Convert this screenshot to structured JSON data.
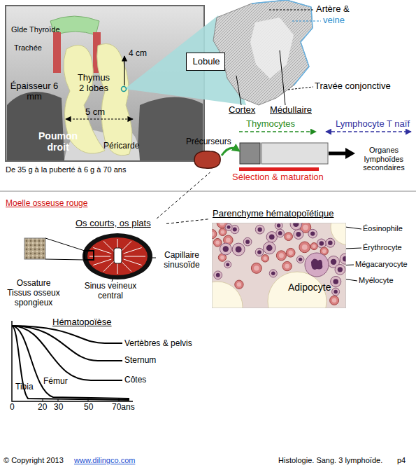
{
  "diagram": {
    "nodes": [
      {
        "text": [
          "Lobule"
        ]
      },
      {
        "text": [
          "Précurseurs"
        ]
      },
      {
        "text": [
          "Os courts, os plats"
        ]
      },
      {
        "text": [
          "Parenchyme hématopoïétique",
          "Adipocyte"
        ]
      }
    ],
    "edges": [
      {
        "from": 2,
        "to": 1,
        "arrow": "none"
      },
      {
        "from": 2,
        "to": 3,
        "arrow": "none"
      }
    ],
    "labels": [
      "Glde Thyroïde",
      "Trachée",
      "4 cm",
      "Thymus 2 lobes",
      "Épaisseur 6 mm",
      "5 cm",
      "Poumon droit",
      "Péricarde",
      "De 35 g à la puberté à 6 g à 70 ans",
      "Artère &",
      "veine",
      "Travée conjonctive",
      "Cortex",
      "Médullaire",
      "Thymocytes",
      "Lymphocyte T naïf",
      "Sélection & maturation",
      "Organes lymphoïdes secondaires",
      "Moelle osseuse rouge",
      "Éosinophile",
      "Érythrocyte",
      "Mégacaryocyte",
      "Myélocyte",
      "Ossature Tissus osseux spongieux",
      "Capillaire sinusoïde",
      "Sinus veineux central",
      "Hématopoïèse",
      "Vertèbres & pelvis",
      "Sternum",
      "Côtes",
      "Tibia",
      "Fémur",
      "0",
      "20",
      "30",
      "50",
      "70ans",
      "© Copyright 2013",
      "www.dilingco.com",
      "Histologie. Sang. 3 lymphoïde.",
      "p4"
    ]
  }
}
